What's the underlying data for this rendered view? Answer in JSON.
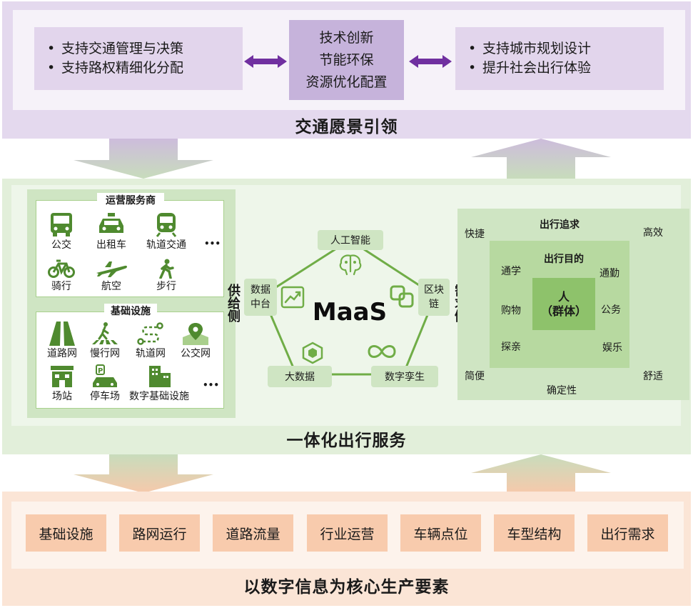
{
  "top": {
    "left_bullets": [
      "支持交通管理与决策",
      "支持路权精细化分配"
    ],
    "center_lines": [
      "技术创新",
      "节能环保",
      "资源优化配置"
    ],
    "right_bullets": [
      "支持城市规划设计",
      "提升社会出行体验"
    ],
    "title": "交通愿景引领"
  },
  "middle": {
    "title": "一体化出行服务",
    "supply_label": "供给侧",
    "demand_label": "需求侧",
    "operators": {
      "title": "运营服务商",
      "items": [
        "公交",
        "出租车",
        "轨道交通",
        "骑行",
        "航空",
        "步行"
      ],
      "more": "•••"
    },
    "infrastructure": {
      "title": "基础设施",
      "items": [
        "道路网",
        "慢行网",
        "轨道网",
        "公交网",
        "场站",
        "停车场",
        "数字基础设施"
      ],
      "more": "•••"
    },
    "maas": {
      "center": "MaaS",
      "nodes": [
        "人工智能",
        "区块链",
        "数字孪生",
        "大数据",
        "数据中台"
      ]
    },
    "demand": {
      "outer_title": "出行追求",
      "outer_words": [
        "快捷",
        "高效",
        "简便",
        "舒适",
        "确定性"
      ],
      "middle_title": "出行目的",
      "middle_words": [
        "通学",
        "通勤",
        "购物",
        "公务",
        "探亲",
        "娱乐"
      ],
      "core": [
        "人",
        "（群体）"
      ]
    }
  },
  "bottom": {
    "items": [
      "基础设施",
      "路网运行",
      "道路流量",
      "行业运营",
      "车辆点位",
      "车型结构",
      "出行需求"
    ],
    "title": "以数字信息为核心生产要素"
  },
  "colors": {
    "purple_band": "#e4d9ee",
    "purple_accent": "#7030a0",
    "green_band": "#e2efda",
    "green_dark": "#70ad47",
    "green_icon": "#4f8a2f",
    "peach_band": "#fbe5d6",
    "peach_item": "#f8cbad"
  }
}
